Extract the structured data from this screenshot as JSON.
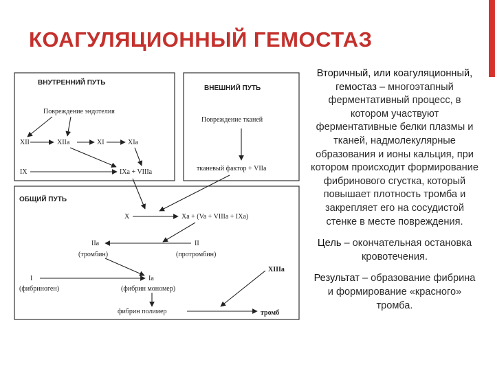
{
  "slide": {
    "title": "КОАГУЛЯЦИОННЫЙ ГЕМОСТАЗ",
    "accent_color": "#d6312b",
    "title_color": "#c4312d"
  },
  "diagram": {
    "intrinsic": {
      "header": "ВНУТРЕННИЙ ПУТЬ",
      "damage": "Повреждение эндотелия",
      "xii": "XII",
      "xiia": "XIIa",
      "xi": "XI",
      "xia": "XIa",
      "ix": "IX",
      "ixa_viiia": "IXa + VIIIa"
    },
    "extrinsic": {
      "header": "ВНЕШНИЙ ПУТЬ",
      "damage": "Повреждение тканей",
      "tissue_factor": "тканевый фактор + VIIa"
    },
    "common": {
      "header": "ОБЩИЙ ПУТЬ",
      "x": "X",
      "xa_complex": "Xa + (Va + VIIIa + IXa)",
      "iia": "IIa",
      "thrombin": "(тромбин)",
      "ii": "II",
      "prothrombin": "(протромбин)",
      "i": "I",
      "fibrinogen": "(фибриноген)",
      "ia": "Ia",
      "fibrin_monomer": "(фибрин мономер)",
      "fibrin_polymer": "фибрин полимер",
      "xiiia": "XIIIa",
      "thrombus": "тромб"
    }
  },
  "text": {
    "definition_lead": "Вторичный, или коагуляционный, гемостаз",
    "definition_rest": " – многоэтапный ферментативный процесс, в котором участвуют ферментативные белки плазмы и тканей, надмолекулярные образования и ионы кальция, при котором происходит формирование фибринового сгустка, который повышает плотность тромба и закрепляет его на сосудистой стенке в месте повреждения.",
    "goal_label": "Цель",
    "goal_rest": " – окончательная остановка кровотечения.",
    "result_label": "Результат",
    "result_rest": " – образование фибрина и формирование «красного» тромба."
  }
}
